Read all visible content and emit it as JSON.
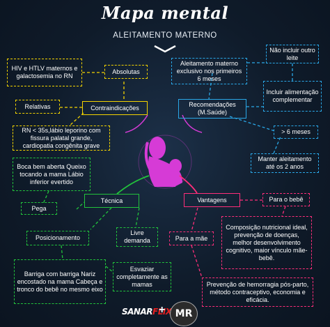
{
  "title": "Mapa mental",
  "subtitle": "ALEITAMENTO MATERNO",
  "colors": {
    "yellow": "#f5d400",
    "blue": "#2aa8e8",
    "green": "#22c33c",
    "magenta": "#ff2e7a",
    "center": "#d63bd6"
  },
  "center_icon": "mother-and-baby-silhouette-icon",
  "nodes": {
    "hiv": "HIV e HTLV maternos e galactosemia no RN",
    "absolutas": "Absolutas",
    "relativas": "Relativas",
    "contraindicacoes": "Contraindicações",
    "rn35": "RN < 35s,lábio leporino com fissura palatal grande, cardiopatia congênita grave",
    "aleitamento_6m": "Aleitamento materno exclusivo nos primeiros 6 meses",
    "nao_incluir": "Não incluir outro leite",
    "incluir_alimentacao": "Incluir alimentação complementar",
    "recomendacoes": "Recomendações (M.Saúde)",
    "mais_6m": "> 6 meses",
    "manter_2anos": "Manter aleitamento até os 2 anos",
    "boca": "Boca bem aberta Queixo tocando a mama Lábio inferior evertido",
    "tecnica": "Técnica",
    "vantagens": "Vantagens",
    "para_bebe": "Para o bebê",
    "pega": "Pega",
    "posicionamento": "Posicionamento",
    "livre_demanda": "Livre demanda",
    "para_mae": "Para a mãe",
    "composicao": "Composição nutricional ideal, prevenção de doenças, melhor desenvolvimento cognitivo, maior vínculo mãe-bebê.",
    "barriga": "Barriga com barriga Nariz encostado na mama Cabeça e tronco do bebê no mesmo eixo",
    "esvaziar": "Esvaziar completamente as mamas",
    "prevencao": "Prevenção de hemorragia pós-parto, método contraceptivo, economia e eficácia."
  },
  "logos": {
    "sanar_a": "SANAR",
    "sanar_b": "FLIX",
    "plus": "+",
    "mr": "MR"
  }
}
